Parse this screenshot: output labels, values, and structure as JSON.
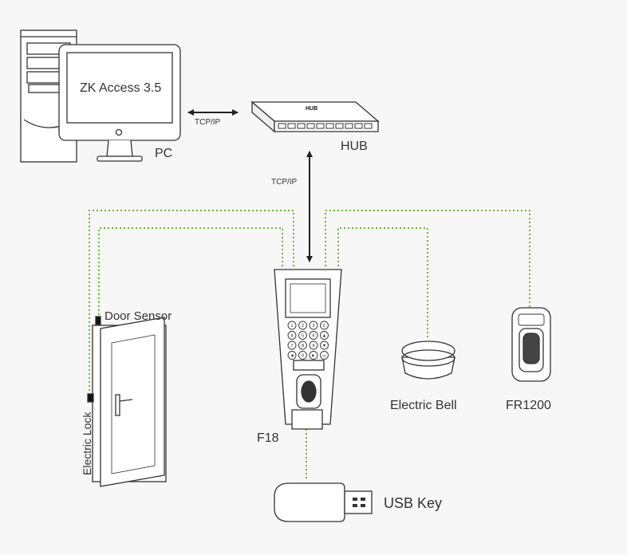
{
  "diagram": {
    "pc": {
      "screen_text": "ZK Access 3.5",
      "label": "PC"
    },
    "hub": {
      "label": "HUB",
      "badge": "HUB"
    },
    "links": {
      "pc_hub": "TCP/IP",
      "hub_f18": "TCP/IP"
    },
    "devices": {
      "f18": {
        "label": "F18",
        "keypad": [
          "1",
          "2",
          "3",
          "C",
          "4",
          "5",
          "6",
          "▲",
          "7",
          "8",
          "9",
          "▼",
          "◄",
          "0",
          "►",
          "OK"
        ]
      },
      "door_sensor": {
        "label": "Door Sensor"
      },
      "electric_lock": {
        "label": "Electric Lock"
      },
      "electric_bell": {
        "label": "Electric Bell"
      },
      "fr1200": {
        "label": "FR1200"
      },
      "usb_key": {
        "label": "USB Key"
      }
    },
    "colors": {
      "wire": "#66bb33",
      "link": "#222222",
      "outline": "#333333",
      "text": "#333333",
      "background": "#f7f7f7"
    }
  }
}
